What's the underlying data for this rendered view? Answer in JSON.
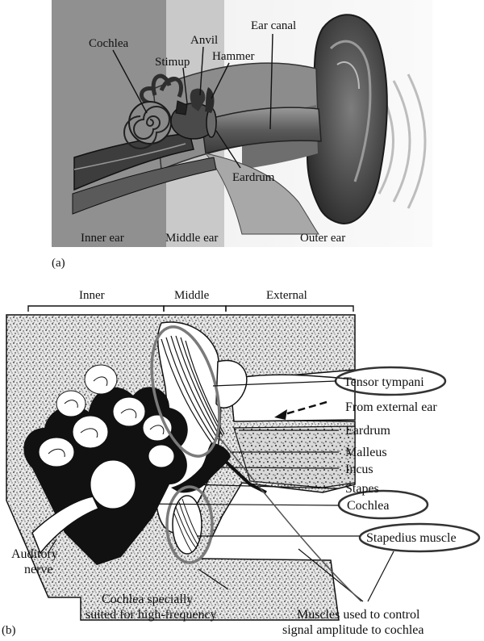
{
  "panel_a": {
    "tag": "(a)",
    "regions": {
      "inner": "Inner ear",
      "middle": "Middle ear",
      "outer": "Outer ear"
    },
    "labels": {
      "cochlea": "Cochlea",
      "anvil": "Anvil",
      "stirrup": "Stimup",
      "hammer": "Hammer",
      "ear_canal": "Ear canal",
      "eardrum": "Eardrum"
    }
  },
  "panel_b": {
    "tag": "(b)",
    "regions": {
      "inner": "Inner",
      "middle": "Middle",
      "external": "External"
    },
    "labels": {
      "tensor_tympani": "Tensor tympani",
      "from_external_ear": "From external ear",
      "eardrum": "Eardrum",
      "malleus": "Malleus",
      "incus": "Incus",
      "stapes": "Stapes",
      "cochlea": "Cochlea",
      "stapedius_muscle": "Stapedius muscle",
      "auditory_nerve_line1": "Auditory",
      "auditory_nerve_line2": "nerve",
      "cochlea_note_line1": "Cochlea specially",
      "cochlea_note_line2": "suited for high-frequency",
      "muscles_note_line1": "Muscles used to control",
      "muscles_note_line2": "signal amplitude to cochlea"
    }
  }
}
